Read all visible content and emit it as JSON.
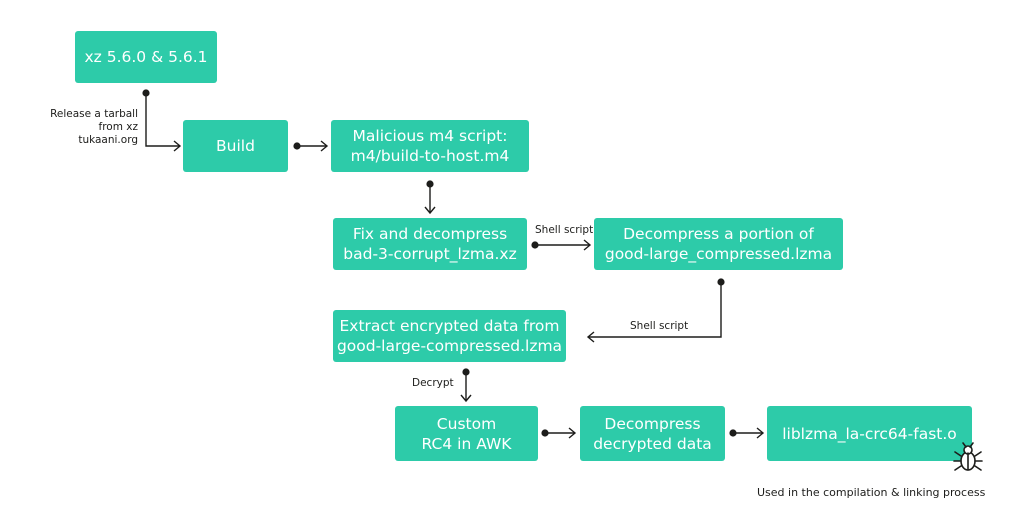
{
  "nodes": {
    "xz": "xz 5.6.0 & 5.6.1",
    "build": "Build",
    "m4": "Malicious m4 script:\nm4/build-to-host.m4",
    "fix": "Fix and decompress\nbad-3-corrupt_lzma.xz",
    "decompress_portion": "Decompress a portion of\ngood-large_compressed.lzma",
    "extract": "Extract encrypted data from\ngood-large-compressed.lzma",
    "rc4": "Custom\nRC4 in AWK",
    "decrypted": "Decompress\ndecrypted data",
    "liblzma": "liblzma_la-crc64-fast.o"
  },
  "edge_labels": {
    "release": "Release a tarball\nfrom xz tukaani.org",
    "shell1": "Shell script",
    "shell2": "Shell script",
    "decrypt": "Decrypt"
  },
  "footer_note": "Used in the compilation & linking process",
  "icons": {
    "liblzma_badge": "bug-icon"
  },
  "colors": {
    "box_fill": "#2dcba9",
    "box_text": "#ffffff",
    "line": "#1d1d1b"
  }
}
